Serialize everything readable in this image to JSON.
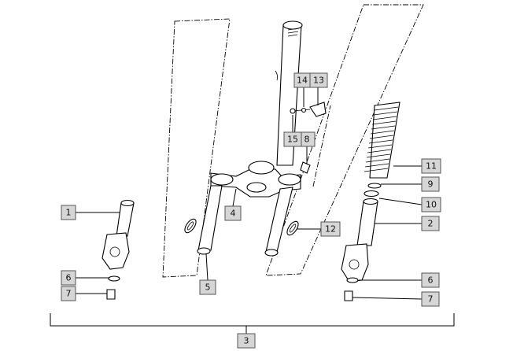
{
  "callouts": [
    {
      "id": "c1",
      "label": "1"
    },
    {
      "id": "c2",
      "label": "2"
    },
    {
      "id": "c3",
      "label": "3"
    },
    {
      "id": "c4",
      "label": "4"
    },
    {
      "id": "c5",
      "label": "5"
    },
    {
      "id": "c6a",
      "label": "6"
    },
    {
      "id": "c6b",
      "label": "6"
    },
    {
      "id": "c7a",
      "label": "7"
    },
    {
      "id": "c7b",
      "label": "7"
    },
    {
      "id": "c8",
      "label": "8"
    },
    {
      "id": "c9",
      "label": "9"
    },
    {
      "id": "c10",
      "label": "10"
    },
    {
      "id": "c11",
      "label": "11"
    },
    {
      "id": "c12",
      "label": "12"
    },
    {
      "id": "c13",
      "label": "13"
    },
    {
      "id": "c14",
      "label": "14"
    },
    {
      "id": "c15",
      "label": "15"
    }
  ]
}
